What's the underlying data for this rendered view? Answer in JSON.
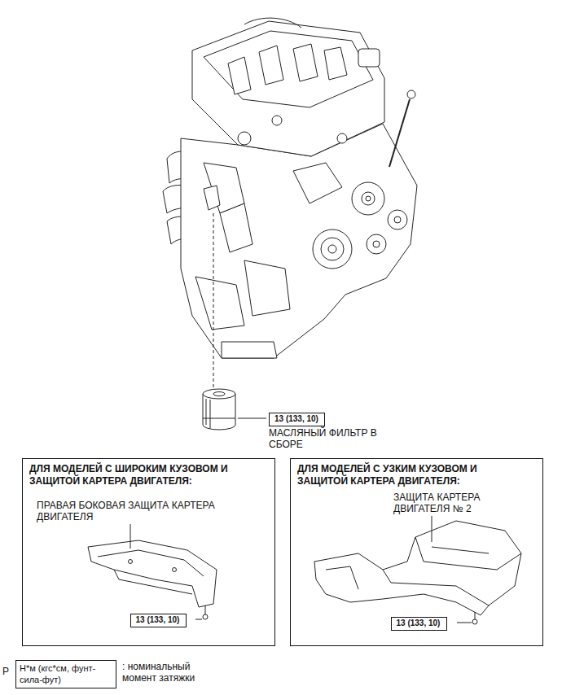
{
  "diagram": {
    "nodes": [
      {
        "text": [
          "13 (133, 10)"
        ]
      },
      {
        "text": [
          "ДЛЯ МОДЕЛЕЙ С ШИРОКИМ КУЗОВОМ И ЗАЩИТОЙ КАРТЕРА ДВИГАТЕЛЯ:"
        ]
      },
      {
        "text": [
          "13 (133, 10)"
        ],
        "in": 1
      },
      {
        "text": [
          "ДЛЯ МОДЕЛЕЙ С УЗКИМ КУЗОВОМ И ЗАЩИТОЙ КАРТЕРА ДВИГАТЕЛЯ:"
        ]
      },
      {
        "text": [
          "13 (133, 10)"
        ],
        "in": 3
      },
      {
        "text": [
          "Н*м (кгс*см, фунт-сила-фут)"
        ]
      }
    ],
    "labels": [
      "МАСЛЯНЫЙ ФИЛЬТР В СБОРЕ",
      "ПРАВАЯ БОКОВАЯ ЗАЩИТА КАРТЕРА ДВИГАТЕЛЯ",
      "ЗАЩИТА КАРТЕРА ДВИГАТЕЛЯ № 2",
      ": номинальный момент затяжки",
      "P"
    ]
  }
}
